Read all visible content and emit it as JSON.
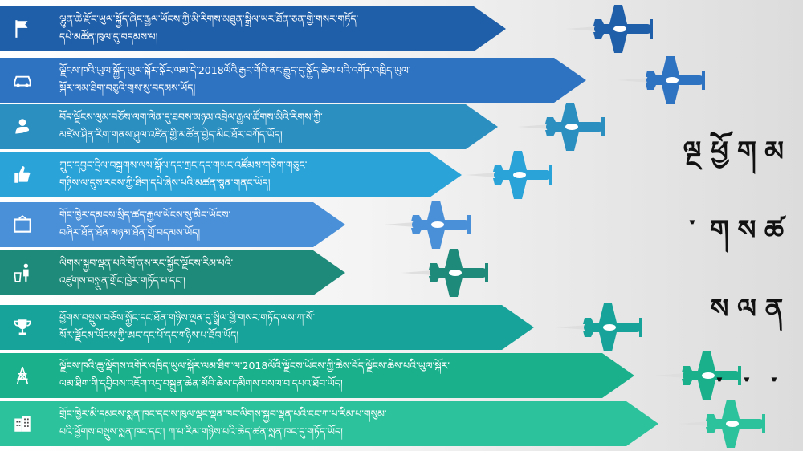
{
  "title": {
    "lines": [
      "མཚན་",
      "གསལ་",
      "ཕྱོགས་",
      "ལྔ་"
    ]
  },
  "rows": [
    {
      "icon": "flag-icon",
      "color": "#1f5ea8",
      "lines": [
        "ལྷུན་ཆེ་རྫོང་ཡུལ་སྐྱོད་ཞིང་རྒྱལ་ཡོངས་ཀྱི་མི་རིགས་མཐུན་སྒྲིལ་ཡར་ཐོན་ཅན་གྱི་གསར་གཏོད་",
        "དཔེ་མཚོན་ཁུལ་དུ་བདམས་པ།"
      ]
    },
    {
      "icon": "car-icon",
      "color": "#2e73c2",
      "lines": [
        "ལྗོངས་ཁའི་ཡུལ་སྐྱོད་ཡུལ་སྐོར་སྐོར་ལམ་དེ་2018ལོའི་རྒྱང་གོའི་ནང་རྒྱུད་དུ་སྐྱོད་ཆེས་པའི་འགོར་འཁྲིད་ཡུལ་",
        "སྐོར་ལམ་ཐིག་བཅུའི་གྲས་སུ་བདམས་ཡོད།"
      ]
    },
    {
      "icon": "hand-icon",
      "color": "#2b8fc0",
      "lines": [
        "བོད་ལྗོངས་ལུམ་བཅོས་ལག་ལེན་དུ་ཐབས་མཉམ་འབྲེལ་རྒྱལ་ཚོགས་མིའི་རིགས་ཀྱི་",
        "མཛེས་ཤིན་རིག་གནས་ཤུལ་འཛིན་གྱི་མཚོན་བྱེད་མིང་ཐོར་བཀོད་ཡོད།"
      ]
    },
    {
      "icon": "thumbs-up-icon",
      "color": "#2aa3d8",
      "lines": [
        "ཀྲུང་དབྱང་དྲིལ་བསྒྲགས་ལས་སྒོལ་དང་ཀྲང་དང་གཡང་འཛོམས་གཅིག་གཅུང་",
        "གཉིས་ལ་དུས་རབས་ཀྱི་ཐིག་དཔེ་ཞེས་པའི་མཚན་སྙན་གནང་ཡོད།"
      ]
    },
    {
      "icon": "frame-icon",
      "color": "#4a90d9",
      "lines": [
        "གོང་ཁྱེར་དམངས་སྲིད་ཚད་རྒྱལ་ཡོངས་སུ་མིང་ཡོངས་",
        "བཞིར་ཐོན་ཐོན་མཉམ་ཐོན་གྲོ་བདམས་ཡོད།"
      ]
    },
    {
      "icon": "recycle-person-icon",
      "color": "#1e8a7a",
      "lines": [
        "ལིགས་སྐྱབ་ལྡན་པའི་གྲོ་ནས་རང་སྐྱོང་ལྗོངས་རིམ་པའི་",
        "འཛུགས་བསྐྲུན་གྲོང་ཁྱེར་གཏོད་པ་དང་།"
      ]
    },
    {
      "icon": "trophy-icon",
      "color": "#17a39a",
      "lines": [
        "ཕྱོགས་བསྡུས་བཅོས་སྐྱོང་དང་ཐོན་གཉིས་ལྡན་དུ་སྒྲིལ་གྱི་གསར་གཏོད་ལས་ཀ་སོ་",
        "སོར་ལྗོངས་ཡོངས་ཀྱི་ཨང་དང་པོ་དང་གཉིས་པ་ཐོབ་ཡོད།"
      ]
    },
    {
      "icon": "tower-icon",
      "color": "#1bb08c",
      "lines": [
        "ལྗོངས་ཁའི་ཆུ་ལྡོགས་འགོར་འཁྲིད་ཡུལ་སྐོར་ལམ་ཐིག་ལ་2018ལོའི་ལྗོངས་ཡོངས་ཀྱི་ཆེས་བོད་ལྗོངས་ཆེས་པའི་ཡུལ་སྐོར་",
        "ལམ་ཐིག་གི་དབྱིབས་འཇོག་འདྲ་བསྐྲུན་ཆེན་མོའི་ཆེས་དམིགས་བསལ་བ་དཔའ་ཐོབ་ཡོད།"
      ]
    },
    {
      "icon": "building-icon",
      "color": "#2cc29c",
      "lines": [
        "གྲོང་ཁྱེར་མི་དམངས་སྨན་ཁང་དང་ས་ཁུལ་ལྡང་ལྡན་ཁང་ལིགས་སྐྱབ་ལྡན་པའི་ངང་ཀ་པ་རིམ་པ་གསུམ་",
        "པའི་ཕྱོགས་བསྡུས་སྨན་ཁང་དང་། ཀ་པ་རིམ་གཉིས་པའི་ཆེད་ཚན་སྨན་ཁང་དུ་གཏོད་ཡོད།"
      ]
    }
  ]
}
